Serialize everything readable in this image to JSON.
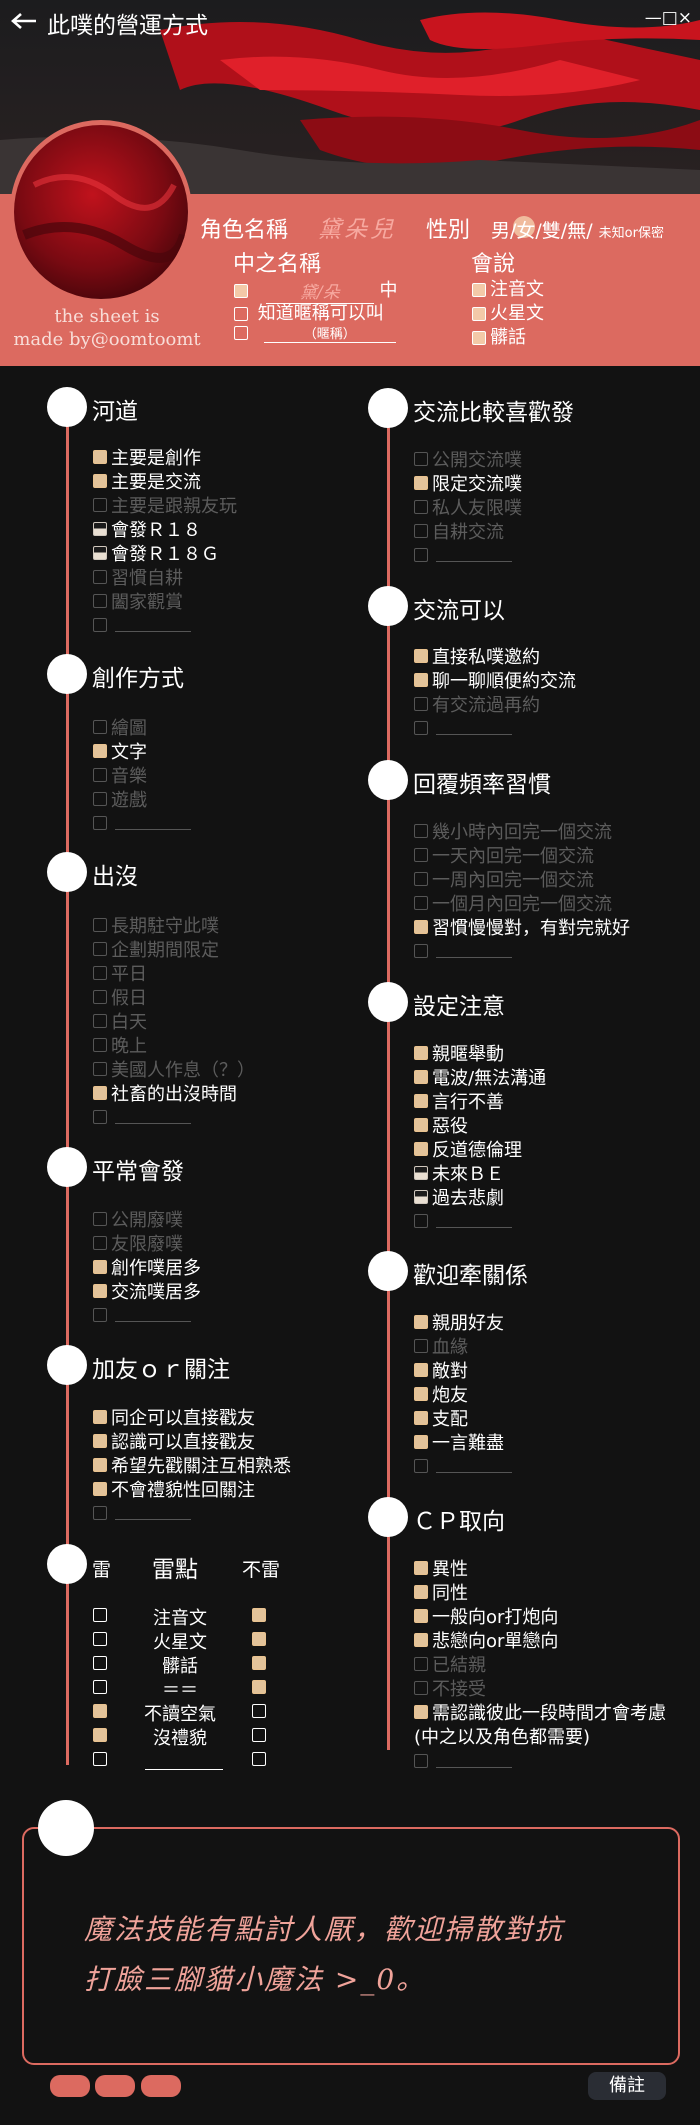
{
  "header": {
    "back_icon": "arrow-left-icon",
    "title": "此噗的營運方式",
    "window_controls": "—□×"
  },
  "profile": {
    "credit_line1": "the sheet is",
    "credit_line2": "made by@oomtoomt",
    "name_label": "角色名稱",
    "name_value": "黛朵兒",
    "gender_label": "性別",
    "gender_options": "男/女/雙/無/",
    "gender_extra": "未知or保密",
    "nickname_label": "中之名稱",
    "nickname_opt1": "中",
    "nickname_opt1_hand": "黛/朵",
    "nickname_opt2": "知道暱稱可以叫",
    "nickname_opt3_hint": "（暱稱）",
    "lang_label": "會說",
    "langs": [
      "注音文",
      "火星文",
      "髒話"
    ]
  },
  "sections": {
    "river": {
      "title": "河道",
      "items": [
        "主要是創作",
        "主要是交流",
        "主要是跟親友玩",
        "會發Ｒ１８",
        "會發Ｒ１８Ｇ",
        "習慣自耕",
        "闔家觀賞"
      ]
    },
    "create": {
      "title": "創作方式",
      "items": [
        "繪圖",
        "文字",
        "音樂",
        "遊戲"
      ]
    },
    "appear": {
      "title": "出沒",
      "items": [
        "長期駐守此噗",
        "企劃期間限定",
        "平日",
        "假日",
        "白天",
        "晚上",
        "美國人作息（？）",
        "社畜的出沒時間"
      ]
    },
    "post": {
      "title": "平常會發",
      "items": [
        "公開廢噗",
        "友限廢噗",
        "創作噗居多",
        "交流噗居多"
      ]
    },
    "follow": {
      "title": "加友ｏｒ關注",
      "items": [
        "同企可以直接戳友",
        "認識可以直接戳友",
        "希望先戳關注互相熟悉",
        "不會禮貌性回關注"
      ]
    },
    "mines": {
      "title": "雷點",
      "left": "雷",
      "right": "不雷",
      "rows": [
        "注音文",
        "火星文",
        "髒話",
        "＝＝",
        "不讀空氣",
        "沒禮貌"
      ]
    },
    "share": {
      "title": "交流比較喜歡發",
      "items": [
        "公開交流噗",
        "限定交流噗",
        "私人友限噗",
        "自耕交流"
      ]
    },
    "ok": {
      "title": "交流可以",
      "items": [
        "直接私噗邀約",
        "聊一聊順便約交流",
        "有交流過再約"
      ]
    },
    "reply": {
      "title": "回覆頻率習慣",
      "items": [
        "幾小時內回完一個交流",
        "一天內回完一個交流",
        "一周內回完一個交流",
        "一個月內回完一個交流",
        "習慣慢慢對，有對完就好"
      ]
    },
    "setting": {
      "title": "設定注意",
      "items": [
        "親暱舉動",
        "電波/無法溝通",
        "言行不善",
        "惡役",
        "反道德倫理",
        "未來ＢＥ",
        "過去悲劇"
      ]
    },
    "relation": {
      "title": "歡迎牽關係",
      "items": [
        "親朋好友",
        "血緣",
        "敵對",
        "炮友",
        "支配",
        "一言難盡"
      ]
    },
    "cp": {
      "title": "ＣＰ取向",
      "items": [
        "異性",
        "同性",
        "一般向or打炮向",
        "悲戀向or單戀向",
        "已結親",
        "不接受",
        "需認識彼此一段時間才會考慮",
        "(中之以及角色都需要)"
      ]
    }
  },
  "note": {
    "line1": "魔法技能有點討人厭，歡迎掃散對抗",
    "line2": "打臉三腳貓小魔法 >_0。"
  },
  "footer": {
    "remark_label": "備註"
  },
  "colors": {
    "accent": "#dc6a60",
    "checked": "#e3c39a",
    "bg": "#121212"
  }
}
